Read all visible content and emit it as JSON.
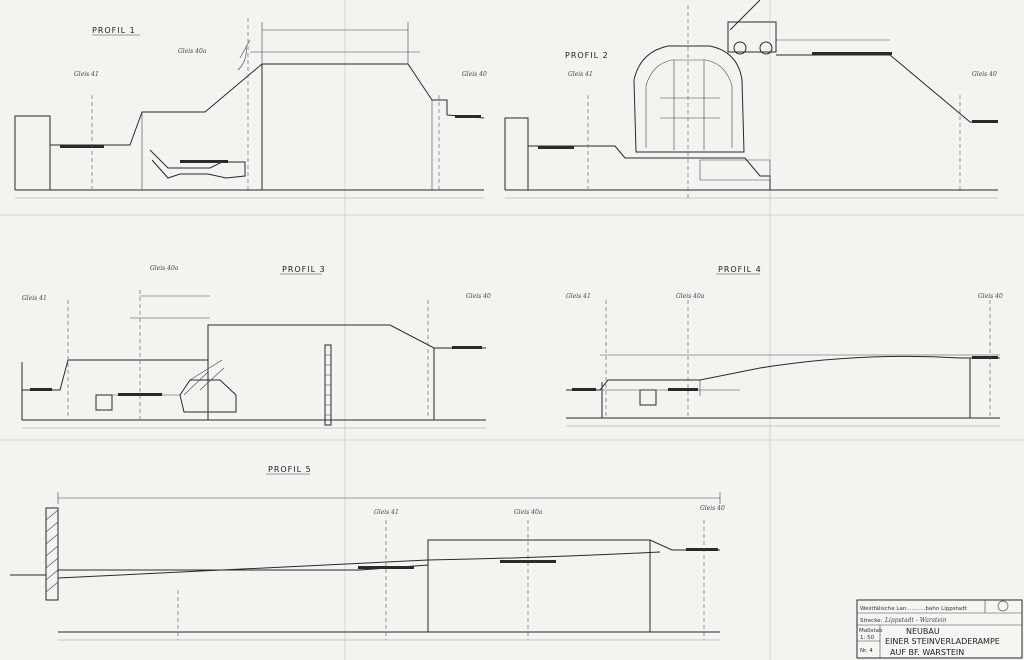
{
  "profiles": {
    "p1": {
      "title": "PROFIL 1"
    },
    "p2": {
      "title": "PROFIL 2"
    },
    "p3": {
      "title": "PROFIL 3"
    },
    "p4": {
      "title": "PROFIL 4"
    },
    "p5": {
      "title": "PROFIL 5"
    }
  },
  "track_labels": {
    "gleis_40": "Gleis 40",
    "gleis_41": "Gleis 41",
    "gleis_40a": "Gleis 40a"
  },
  "title_block": {
    "org": "Westfälische Lan...........bahn Lippstadt",
    "strecke_label": "Strecke:",
    "strecke_value": "Lippstadt - Warstein",
    "massstab_label": "Maßstab",
    "massstab_value": "1: 50",
    "blatt_value": "Nr. 4",
    "line1": "NEUBAU",
    "line2": "EINER  STEINVERLADERAMPE",
    "line3": "AUF  BF. WARSTEIN"
  },
  "stroke_color": "#2a2a2a",
  "paper_color": "#f4f3f0"
}
